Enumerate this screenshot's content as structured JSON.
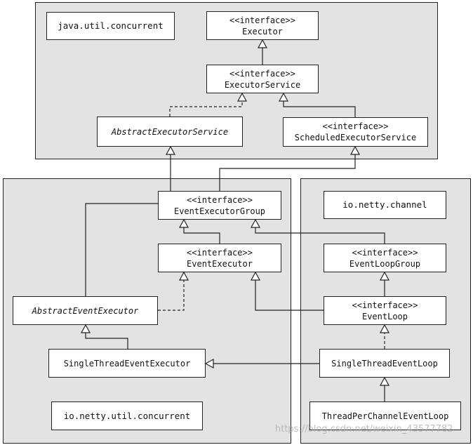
{
  "packages": {
    "concurrent": "java.util.concurrent",
    "channel": "io.netty.channel",
    "netty_concurrent": "io.netty.util.concurrent"
  },
  "classes": {
    "executor": {
      "stereotype": "<<interface>>",
      "name": "Executor"
    },
    "executor_service": {
      "stereotype": "<<interface>>",
      "name": "ExecutorService"
    },
    "abstract_executor_service": {
      "name": "AbstractExecutorService"
    },
    "scheduled_executor_service": {
      "stereotype": "<<interface>>",
      "name": "ScheduledExecutorService"
    },
    "event_executor_group": {
      "stereotype": "<<interface>>",
      "name": "EventExecutorGroup"
    },
    "event_executor": {
      "stereotype": "<<interface>>",
      "name": "EventExecutor"
    },
    "abstract_event_executor": {
      "name": "AbstractEventExecutor"
    },
    "single_thread_event_executor": {
      "name": "SingleThreadEventExecutor"
    },
    "event_loop_group": {
      "stereotype": "<<interface>>",
      "name": "EventLoopGroup"
    },
    "event_loop": {
      "stereotype": "<<interface>>",
      "name": "EventLoop"
    },
    "single_thread_event_loop": {
      "name": "SingleThreadEventLoop"
    },
    "thread_per_channel_event_loop": {
      "name": "ThreadPerChannelEventLoop"
    }
  },
  "watermark": "https://blog.csdn.net/weixin_43577782"
}
